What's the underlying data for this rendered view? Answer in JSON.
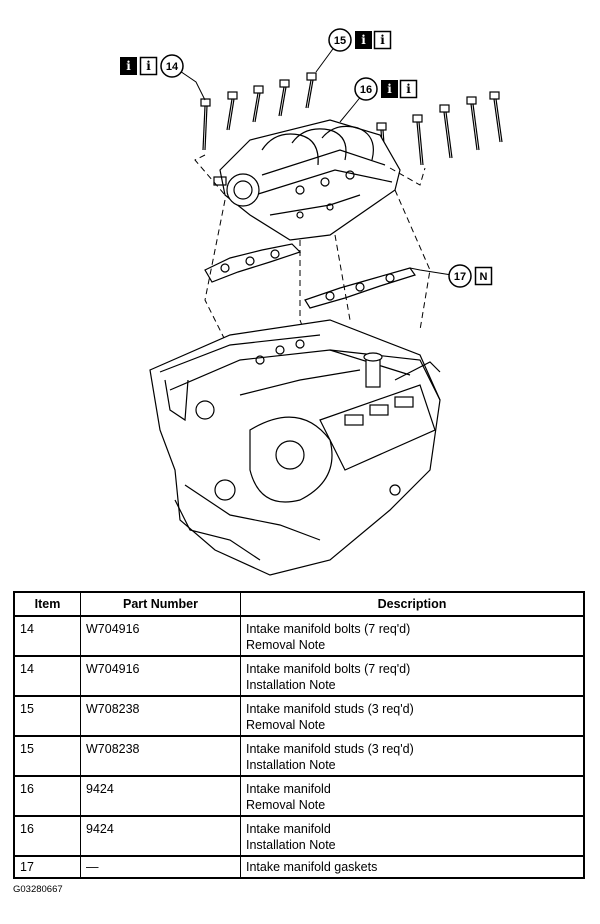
{
  "callouts": [
    {
      "number": "14",
      "badges": [
        "i",
        "i"
      ]
    },
    {
      "number": "15",
      "badges": [
        "i",
        "i"
      ]
    },
    {
      "number": "16",
      "badges": [
        "i",
        "i"
      ]
    },
    {
      "number": "17",
      "badges": [
        "N"
      ]
    }
  ],
  "table": {
    "headers": [
      "Item",
      "Part Number",
      "Description"
    ],
    "rows": [
      {
        "item": "14",
        "part": "W704916",
        "desc1": "Intake manifold bolts (7 req'd)",
        "desc2": "Removal Note"
      },
      {
        "item": "14",
        "part": "W704916",
        "desc1": "Intake manifold bolts (7 req'd)",
        "desc2": "Installation Note"
      },
      {
        "item": "15",
        "part": "W708238",
        "desc1": "Intake manifold studs (3 req'd)",
        "desc2": "Removal Note"
      },
      {
        "item": "15",
        "part": "W708238",
        "desc1": "Intake manifold studs (3 req'd)",
        "desc2": "Installation Note"
      },
      {
        "item": "16",
        "part": "9424",
        "desc1": "Intake manifold",
        "desc2": "Removal Note"
      },
      {
        "item": "16",
        "part": "9424",
        "desc1": "Intake manifold",
        "desc2": "Installation Note"
      },
      {
        "item": "17",
        "part": "—",
        "desc1": "Intake manifold gaskets",
        "desc2": ""
      }
    ]
  },
  "reference_code": "G03280667"
}
